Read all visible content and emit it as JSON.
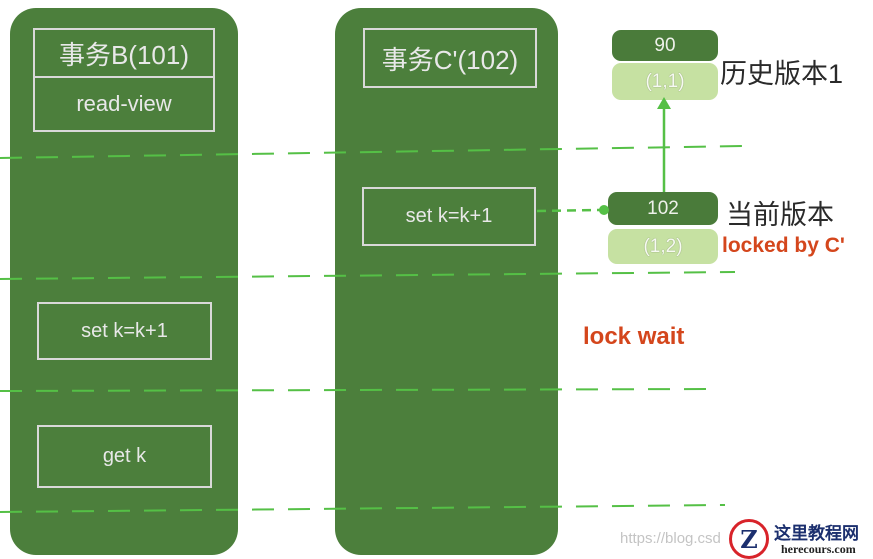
{
  "colors": {
    "column": "#4c7f3c",
    "box_border": "#d9d9d9",
    "box_text": "#e8e8e8",
    "version_dark": "#4a7b3a",
    "version_light": "#c6e1a2",
    "guide_line": "#55c046",
    "alert_text": "#d4461c",
    "label_text": "#2a2a2a"
  },
  "transaction_b": {
    "title": "事务B(101)",
    "read_view": "read-view",
    "update": "set k=k+1",
    "read": "get k"
  },
  "transaction_c": {
    "title": "事务C'(102)",
    "update": "set k=k+1"
  },
  "version_chain": {
    "history": {
      "value": "90",
      "trx": "(1,1)",
      "label": "历史版本1"
    },
    "current": {
      "value": "102",
      "trx": "(1,2)",
      "label": "当前版本",
      "lock_note": "locked by C'"
    }
  },
  "lock_wait": "lock wait",
  "watermark": "https://blog.csd",
  "logo": {
    "mark": "Z",
    "name": "这里教程网",
    "domain": "herecours.com"
  }
}
